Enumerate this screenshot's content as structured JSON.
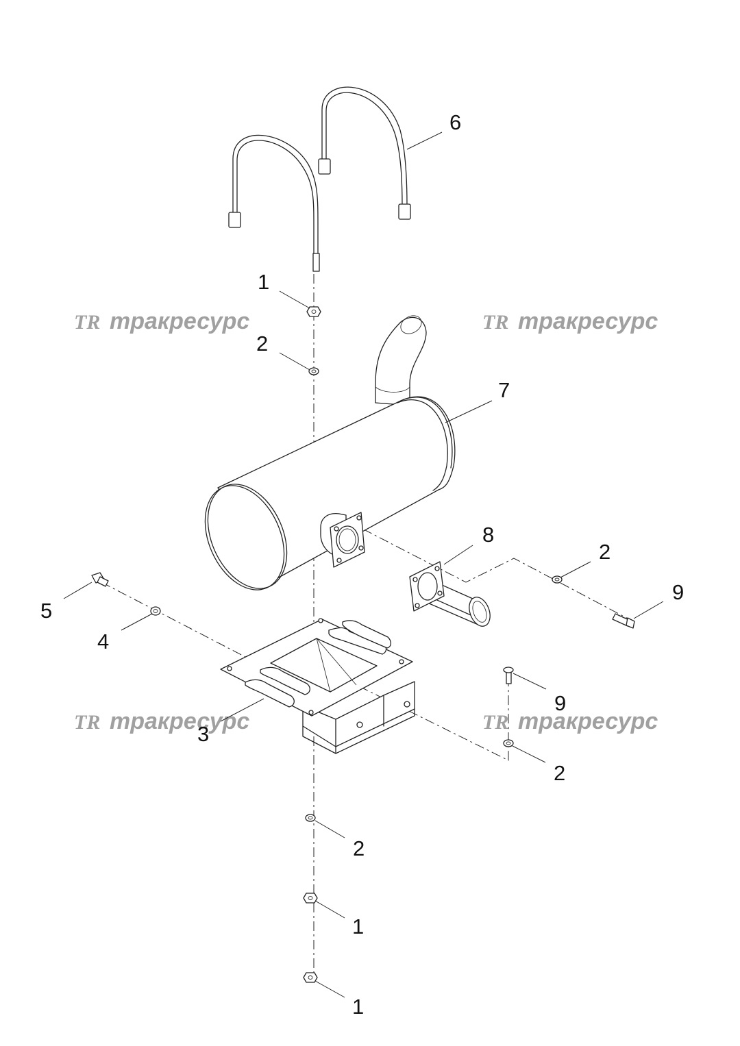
{
  "callouts": {
    "c1_top": "1",
    "c2_top": "2",
    "c6": "6",
    "c7": "7",
    "c8": "8",
    "c2_right": "2",
    "c9_right": "9",
    "c5": "5",
    "c4": "4",
    "c3": "3",
    "c9_lower": "9",
    "c2_lower_right": "2",
    "c2_bottom": "2",
    "c1_bottom_a": "1",
    "c1_bottom_b": "1"
  },
  "watermark": {
    "logo": "TR",
    "text": "тракресурс"
  },
  "colors": {
    "line": "#222222",
    "watermark": "#a0a0a0",
    "background": "#ffffff"
  }
}
